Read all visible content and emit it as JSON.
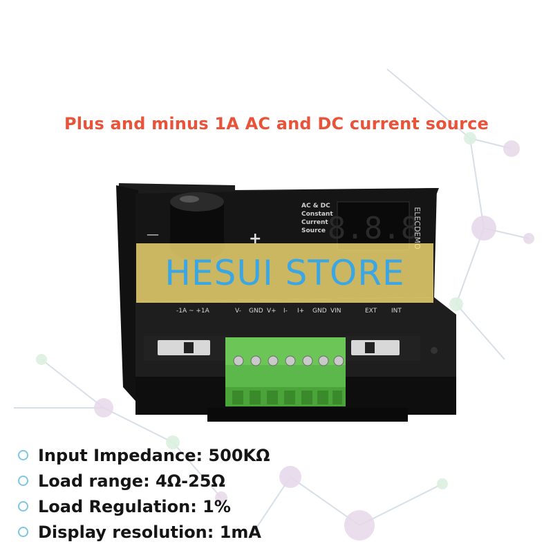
{
  "headline": "Plus and minus 1A AC and DC current source",
  "watermark": "HESUI STORE",
  "device": {
    "brand": "ELECDEMO",
    "product_lines": [
      "AC & DC",
      "Constant",
      "Current",
      "Source"
    ],
    "knob_minus": "—",
    "knob_plus": "+",
    "display": "8.8.8",
    "terminal_labels": [
      "-1A ~ +1A",
      "V-",
      "GND",
      "V+",
      "I-",
      "I+",
      "GND",
      "VIN",
      "EXT",
      "INT"
    ]
  },
  "specs": [
    "Input Impedance: 500KΩ",
    "Load range: 4Ω-25Ω",
    "Load Regulation: 1%",
    "Display resolution: 1mA"
  ],
  "colors": {
    "headline": "#e8533a",
    "watermark_bg": "#ffe678",
    "watermark_text": "#3aa6e4",
    "terminal_block": "#5cb84a",
    "device_body": "#141414"
  }
}
